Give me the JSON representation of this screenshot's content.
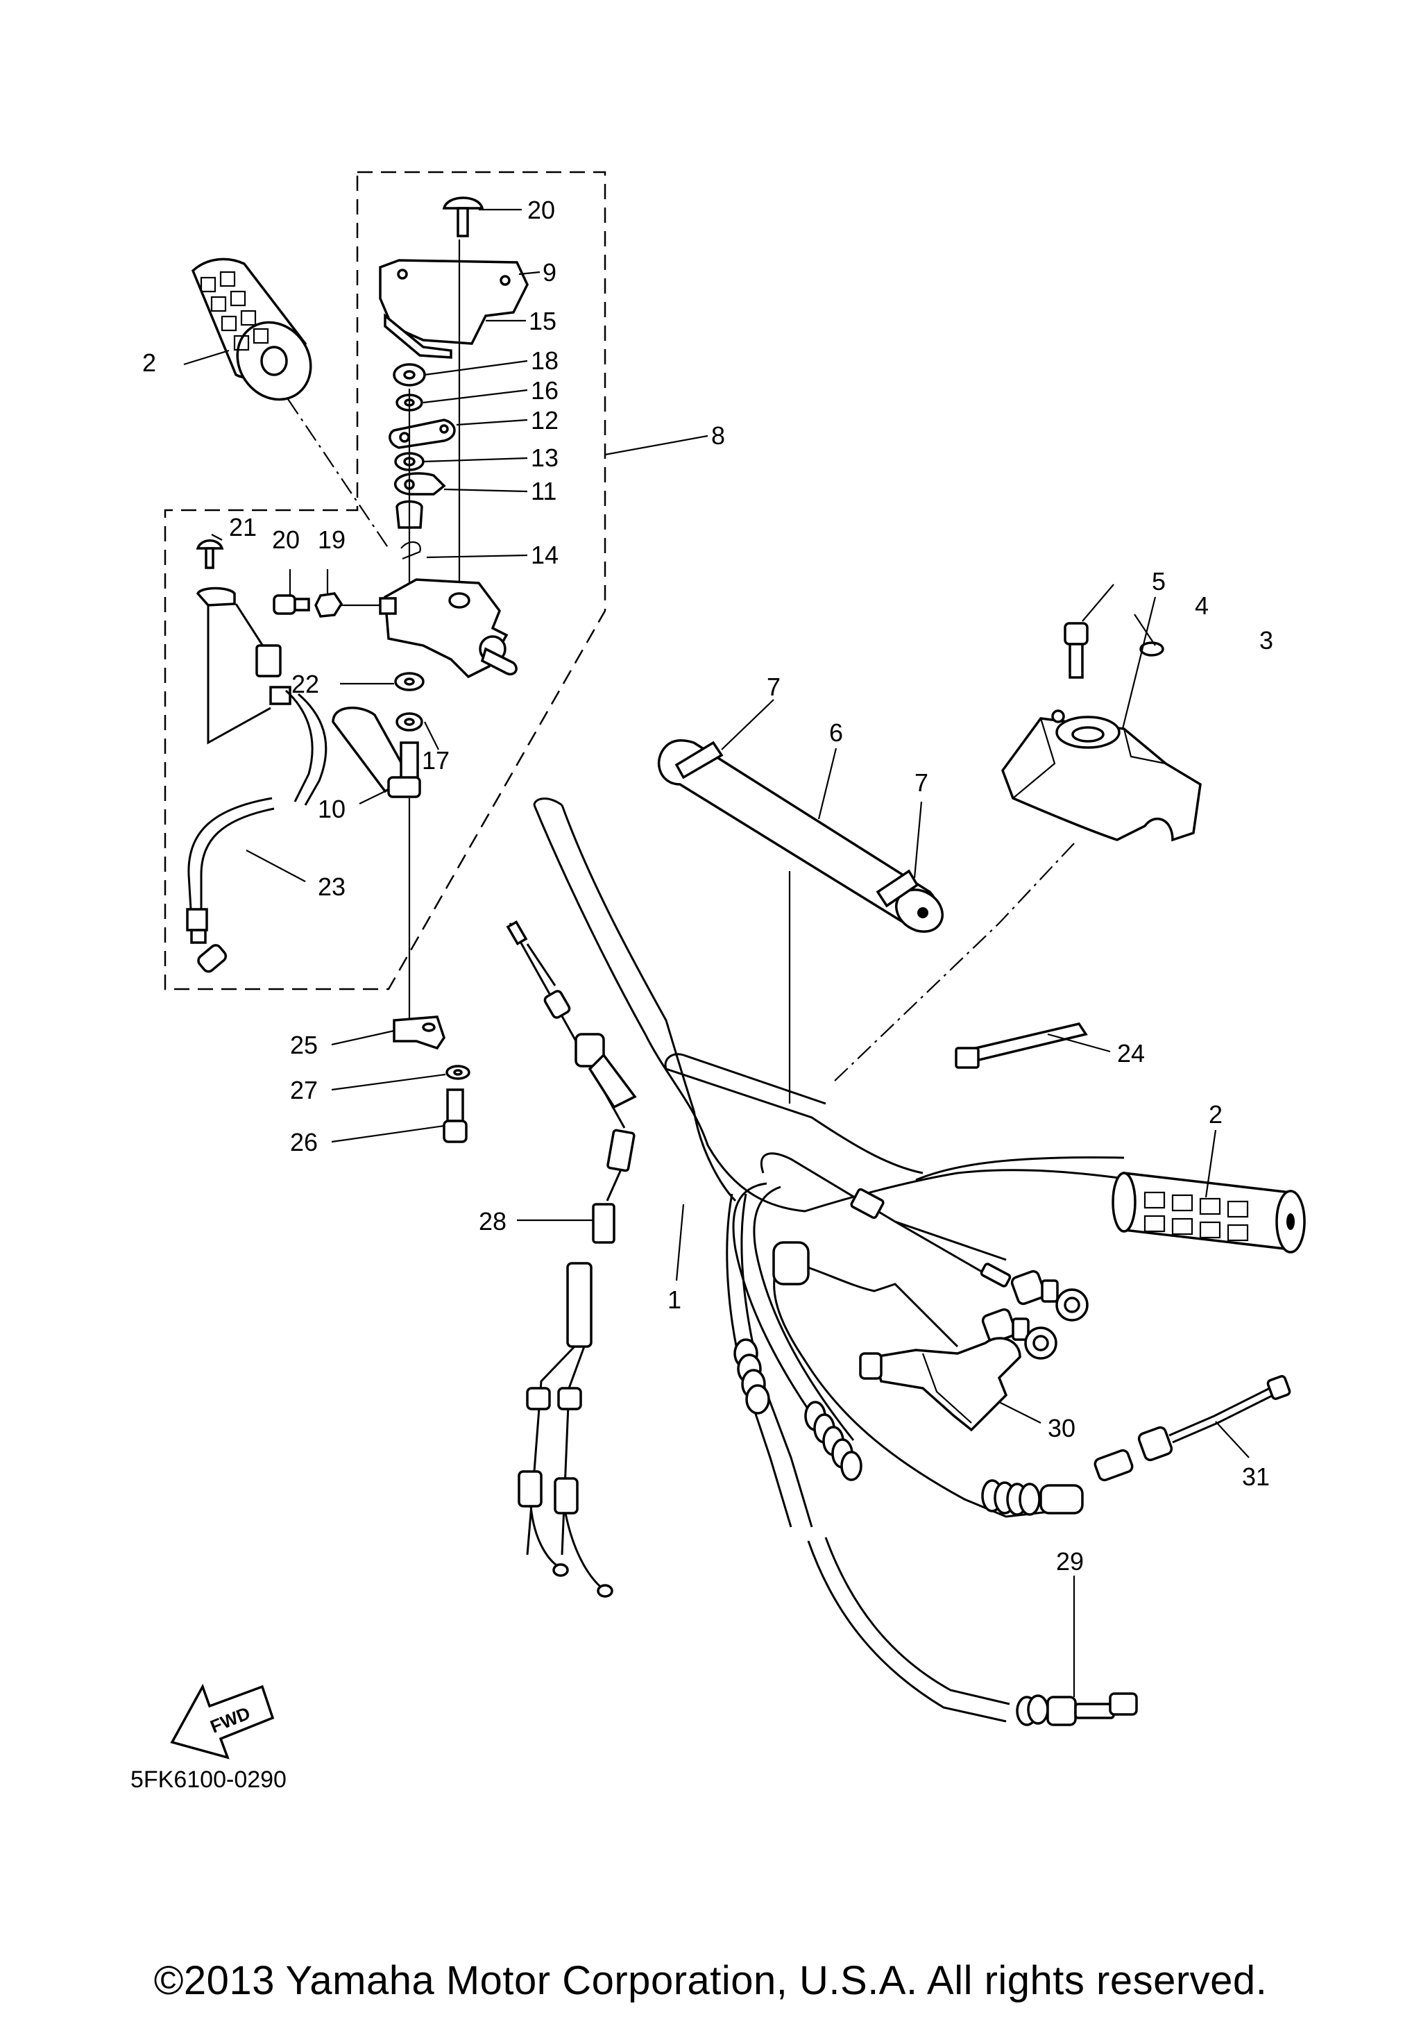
{
  "diagram": {
    "part_code": "5FK6100-0290",
    "fwd_label": "FWD",
    "callouts": {
      "c1": "1",
      "c2a": "2",
      "c2b": "2",
      "c3": "3",
      "c4": "4",
      "c5": "5",
      "c6": "6",
      "c7a": "7",
      "c7b": "7",
      "c8": "8",
      "c9": "9",
      "c10": "10",
      "c11": "11",
      "c12": "12",
      "c13": "13",
      "c14": "14",
      "c15": "15",
      "c16": "16",
      "c17": "17",
      "c18": "18",
      "c19": "19",
      "c20a": "20",
      "c20b": "20",
      "c21": "21",
      "c22": "22",
      "c23": "23",
      "c24": "24",
      "c25": "25",
      "c26": "26",
      "c27": "27",
      "c28": "28",
      "c29": "29",
      "c30": "30",
      "c31": "31"
    }
  },
  "footer": {
    "copyright": "©2013 Yamaha Motor Corporation, U.S.A. All rights reserved."
  }
}
